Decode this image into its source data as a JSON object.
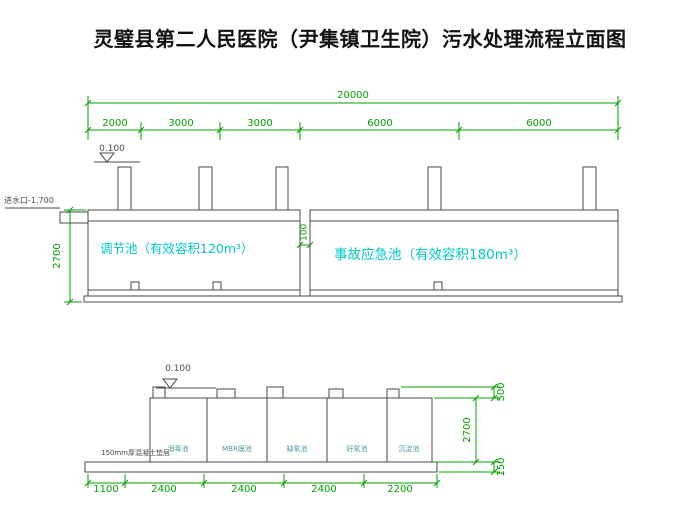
{
  "title": "灵璧县第二人民医院（尹集镇卫生院）污水处理流程立面图",
  "colors": {
    "dimension_green": "#00A000",
    "label_cyan": "#00C8C8",
    "line_gray": "#4A4A4A"
  },
  "top_view": {
    "overall_dim": "20000",
    "segment_dims": [
      "2000",
      "3000",
      "3000",
      "6000",
      "6000"
    ],
    "level_mark": "0.100",
    "inlet_label": "进水口-1.700",
    "height_dim": "2700",
    "gap_dim": "100",
    "tank1_label": "调节池（有效容积120m³）",
    "tank2_label": "事故应急池（有效容积180m³）"
  },
  "bottom_view": {
    "level_mark": "0.100",
    "base_note": "150mm厚混凝土垫层",
    "compartment_labels": [
      "消毒池",
      "MBR膜池",
      "缺氧池",
      "好氧池",
      "沉淀池"
    ],
    "bottom_dims": [
      "1100",
      "2400",
      "2400",
      "2400",
      "2200"
    ],
    "height_dims": [
      "500",
      "2700",
      "150"
    ]
  }
}
